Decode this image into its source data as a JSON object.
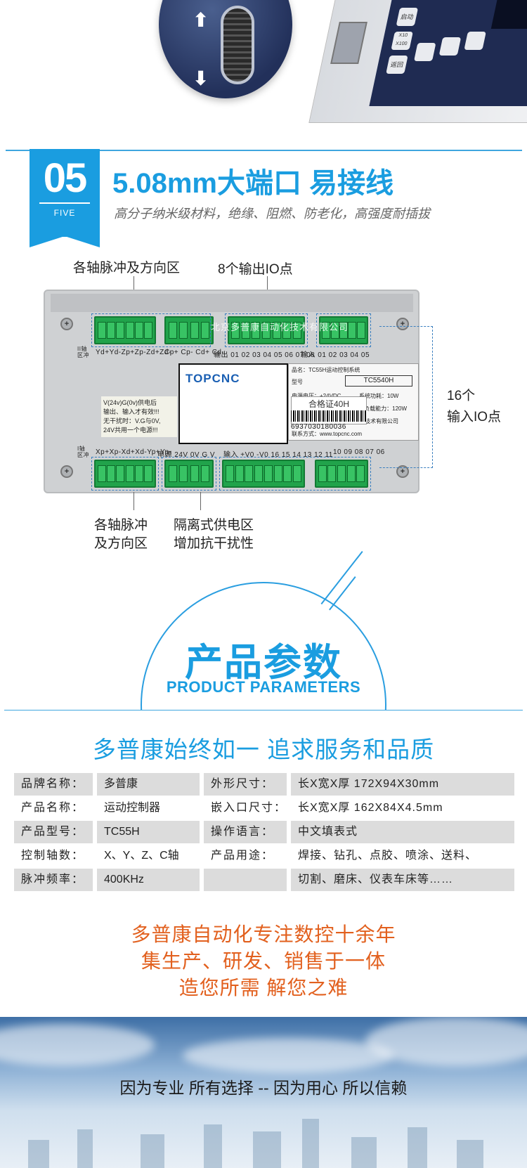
{
  "section05": {
    "number": "05",
    "number_sub": "FIVE",
    "title": "5.08mm大端口  易接线",
    "subtitle": "高分子纳米级材料，绝缘、阻燃、防老化，高强度耐插拔"
  },
  "device_top": {
    "btn_a": "启动",
    "btn_b": "X10\nX100",
    "btn_c": "返回"
  },
  "diagram": {
    "label_axis_top": "各轴脉冲及方向区",
    "label_output": "8个输出IO点",
    "label_input_line1": "16个",
    "label_input_line2": "输入IO点",
    "label_axis_bottom_line1": "各轴脉冲",
    "label_axis_bottom_line2": "及方向区",
    "label_power_line1": "隔离式供电区",
    "label_power_line2": "增加抗干扰性",
    "pins_top_prefix": "II轴\n区冲",
    "pins_top_axis": "Yd+Yd-Zp+Zp-Zd+Zd-",
    "pins_top_cp": "Cp+ Cp- Cd+ Cd-",
    "pins_top_out": "输出 01 02 03 04 05 06 07 08",
    "pins_top_in": "输入 01 02 03 04 05",
    "pins_bottom_prefix": "I轴\n区冲",
    "pins_bottom_axis": "Xp+Xp-Xd+Xd-Yp+Yp-",
    "pins_bottom_power": "电源 24V 0V G V",
    "pins_bottom_in": "输入 +V0 -V0 16 15 14 13 12 11",
    "pins_bottom_in2": "10 09 08 07 06",
    "logo": "TOPCNC",
    "info_name": "品名：TC55H运动控制系统",
    "info_model_label": "型号",
    "info_model": "TC5540H",
    "info_voltage": "电源电压：+24VDC",
    "info_power": "系统功耗：10W",
    "info_isolation": "隔离负载能力：100W  非隔离负载能力：120W",
    "info_maker": "生产厂商：北京多普康自动化技术有限公司",
    "info_contact": "联系方式：www.topcnc.com",
    "note": "V(24v)G(0v)供电后\n输出、输入才有效!!!\n无干扰时：V.G与0V,\n24V共用一个电源!!!",
    "cert": "合格证40H",
    "barcode": "6937030180036",
    "watermark": "北京多普康自动化技术有限公司"
  },
  "params": {
    "title": "产品参数",
    "subtitle": "PRODUCT PARAMETERS",
    "slogan": "多普康始终如一  追求服务和品质",
    "rows": [
      {
        "k1": "品牌名称：",
        "v1": "多普康",
        "k2": "外形尺寸：",
        "v2": " 长X宽X厚  172X94X30mm"
      },
      {
        "k1": "产品名称：",
        "v1": "运动控制器",
        "k2": "嵌入口尺寸：",
        "v2": "长X宽X厚  162X84X4.5mm"
      },
      {
        "k1": "产品型号：",
        "v1": "TC55H",
        "k2": "操作语言：",
        "v2": "中文填表式"
      },
      {
        "k1": "控制轴数：",
        "v1": "X、Y、Z、C轴",
        "k2": "产品用途：",
        "v2": "焊接、钻孔、点胶、喷涂、送料、"
      },
      {
        "k1": "脉冲频率：",
        "v1": "   400KHz",
        "k2": "",
        "v2": "切割、磨床、仪表车床等……"
      }
    ]
  },
  "promo": {
    "line1": "多普康自动化专注数控十余年",
    "line2": "集生产、研发、销售于一体",
    "line3": "造您所需 解您之难"
  },
  "footer": {
    "text": "因为专业  所有选择 -- 因为用心  所以信赖"
  },
  "colors": {
    "brand_blue": "#1a9de0",
    "accent_orange": "#e2601e",
    "terminal_green": "#21a34b"
  }
}
